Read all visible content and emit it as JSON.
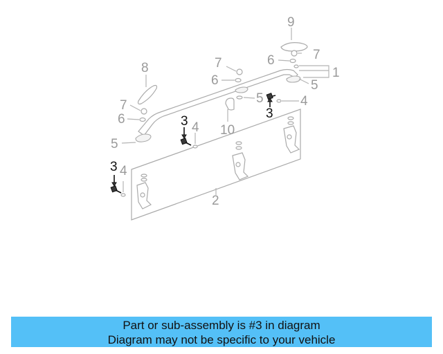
{
  "diagram": {
    "callouts": {
      "c9": "9",
      "c7a": "7",
      "c6a": "6",
      "c1": "1",
      "c5a": "5",
      "c8": "8",
      "c7b": "7",
      "c6b": "6",
      "c5b": "5",
      "c4a": "4",
      "c3a": "3",
      "c7c": "7",
      "c6c": "6",
      "c3b": "3",
      "c4b": "4",
      "c10": "10",
      "c5c": "5",
      "c3c": "3",
      "c4c": "4",
      "c2": "2"
    },
    "highlight_color": "#111111",
    "line_color": "#b4b4b4"
  },
  "banner": {
    "line1": "Part or sub-assembly is #3 in diagram",
    "line2": "Diagram may not be specific to your vehicle",
    "background": "#54c0f7"
  }
}
